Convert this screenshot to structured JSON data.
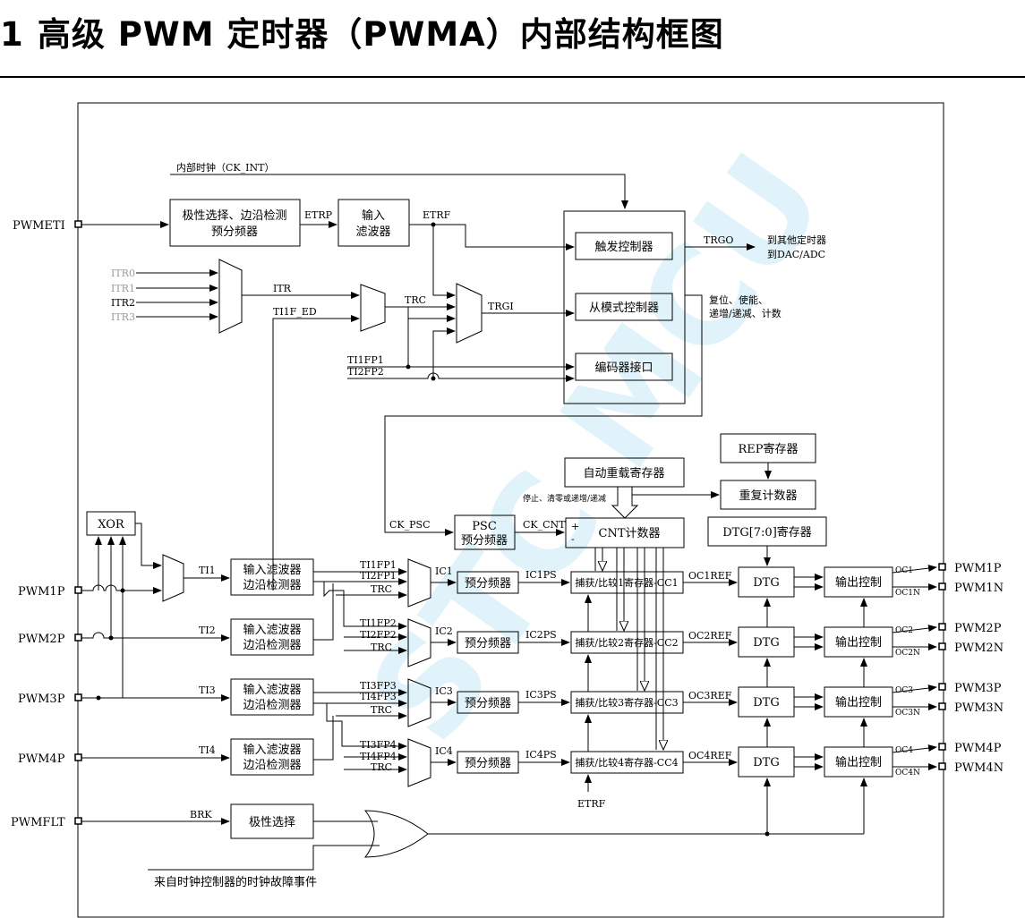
{
  "page": {
    "section_number": "1",
    "title": "高级 PWM 定时器（PWMA）内部结构框图",
    "watermark": "STC MCU"
  },
  "pins": {
    "pwmeti": "PWMETI",
    "pwm1p": "PWM1P",
    "pwm2p": "PWM2P",
    "pwm3p": "PWM3P",
    "pwm4p": "PWM4P",
    "pwmflt": "PWMFLT",
    "out_pwm1p": "PWM1P",
    "out_pwm1n": "PWM1N",
    "out_pwm2p": "PWM2P",
    "out_pwm2n": "PWM2N",
    "out_pwm3p": "PWM3P",
    "out_pwm3n": "PWM3N",
    "out_pwm4p": "PWM4P",
    "out_pwm4n": "PWM4N"
  },
  "blocks": {
    "polarity_edge_line1": "极性选择、边沿检测",
    "polarity_edge_line2": "预分频器",
    "input_filter_line1": "输入",
    "input_filter_line2": "滤波器",
    "trigger_ctrl": "触发控制器",
    "slave_mode_ctrl": "从模式控制器",
    "encoder_if": "编码器接口",
    "auto_reload": "自动重载寄存器",
    "rep_reg": "REP寄存器",
    "rep_counter": "重复计数器",
    "psc_line1": "PSC",
    "psc_line2": "预分频器",
    "cnt": "CNT计数器",
    "dtg_reg": "DTG[7:0]寄存器",
    "xor": "XOR",
    "filt_line1": "输入滤波器",
    "filt_line2": "边沿检测器",
    "prescaler": "预分频器",
    "cc1": "捕获/比较1寄存器-CC1",
    "cc2": "捕获/比较2寄存器-CC2",
    "cc3": "捕获/比较3寄存器-CC3",
    "cc4": "捕获/比较4寄存器-CC4",
    "dtg": "DTG",
    "out_ctrl": "输出控制",
    "polarity_sel": "极性选择"
  },
  "signals": {
    "ck_int": "内部时钟（CK_INT）",
    "etrp": "ETRP",
    "etrf": "ETRF",
    "etrf_bottom": "ETRF",
    "trgo": "TRGO",
    "to_other_1": "到其他定时器",
    "to_other_2": "到DAC/ADC",
    "reset_enable_1": "复位、使能、",
    "reset_enable_2": "递增/递减、计数",
    "itr0": "ITR0",
    "itr1": "ITR1",
    "itr2": "ITR2",
    "itr3": "ITR3",
    "itr": "ITR",
    "ti1f_ed": "TI1F_ED",
    "trc": "TRC",
    "trgi": "TRGI",
    "ti1fp1": "TI1FP1",
    "ti2fp2": "TI2FP2",
    "ck_psc": "CK_PSC",
    "ck_cnt": "CK_CNT",
    "stop_clear": "停止、清零或递增/递减",
    "plus": "+",
    "minus": "-",
    "ti1": "TI1",
    "ti2": "TI2",
    "ti3": "TI3",
    "ti4": "TI4",
    "m1_a": "TI1FP1",
    "m1_b": "TI2FP1",
    "m1_c": "TRC",
    "m2_a": "TI1FP2",
    "m2_b": "TI2FP2",
    "m2_c": "TRC",
    "m3_a": "TI3FP3",
    "m3_b": "TI4FP3",
    "m3_c": "TRC",
    "m4_a": "TI3FP4",
    "m4_b": "TI4FP4",
    "m4_c": "TRC",
    "ic1": "IC1",
    "ic2": "IC2",
    "ic3": "IC3",
    "ic4": "IC4",
    "ic1ps": "IC1PS",
    "ic2ps": "IC2PS",
    "ic3ps": "IC3PS",
    "ic4ps": "IC4PS",
    "oc1ref": "OC1REF",
    "oc2ref": "OC2REF",
    "oc3ref": "OC3REF",
    "oc4ref": "OC4REF",
    "oc1": "OC1",
    "oc1n": "OC1N",
    "oc2": "OC2",
    "oc2n": "OC2N",
    "oc3": "OC3",
    "oc3n": "OC3N",
    "oc4": "OC4",
    "oc4n": "OC4N",
    "brk": "BRK",
    "clock_fault": "来自时钟控制器的时钟故障事件"
  },
  "colors": {
    "line": "#000000",
    "itr_grey": "#9a9a9a",
    "watermark": "#bde6f4"
  }
}
